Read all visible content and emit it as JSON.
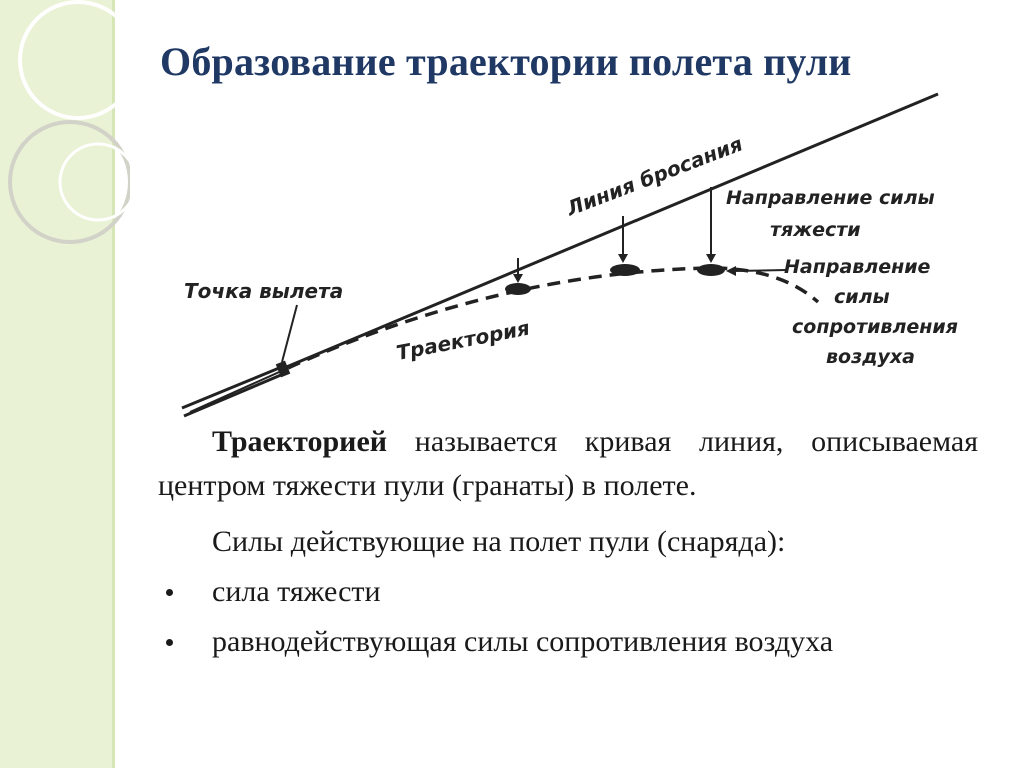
{
  "title": "Образование траектории полета пули",
  "diagram": {
    "labels": {
      "departure_point": "Точка вылета",
      "throw_line": "Линия бросания",
      "trajectory": "Траектория",
      "gravity_line1": "Направление силы",
      "gravity_line2": "тяжести",
      "air_line1": "Направление",
      "air_line2": "силы",
      "air_line3": "сопротивления",
      "air_line4": "воздуха"
    }
  },
  "definition": {
    "term": "Траекторией",
    "rest": " называется кривая линия, описываемая центром тяжести пули (гранаты) в полете."
  },
  "forces": {
    "intro": "Силы действующие на полет пули (снаряда):",
    "items": [
      "сила тяжести",
      "равнодействующая силы сопротивления воздуха"
    ]
  },
  "colors": {
    "title": "#1f3864",
    "left_band": "#e9f2d4"
  }
}
